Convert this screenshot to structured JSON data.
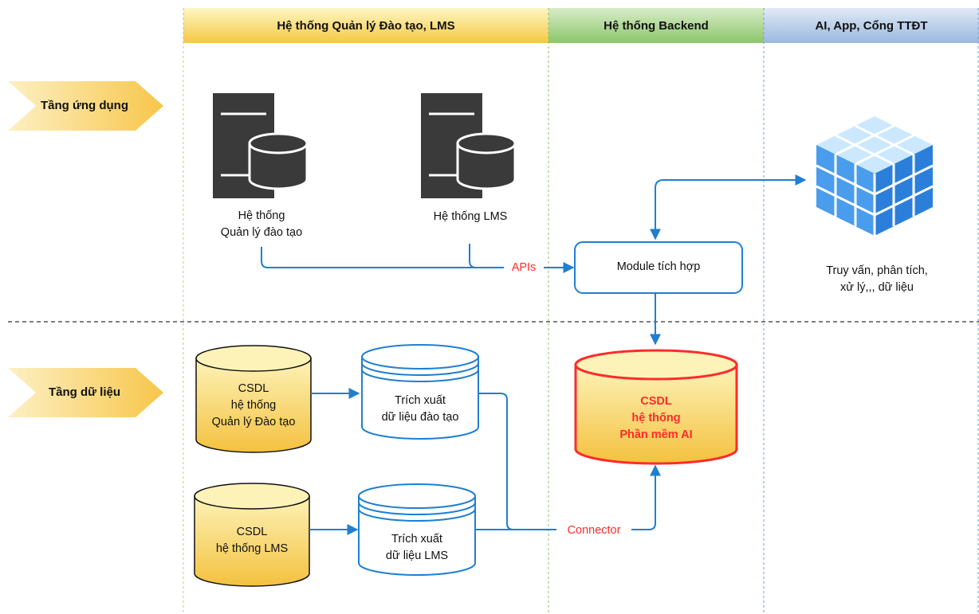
{
  "columns": {
    "lms": "Hệ thống Quản lý  Đào tạo, LMS",
    "backend": "Hệ thống Backend",
    "ai": "AI, App, Cổng TTĐT"
  },
  "layers": {
    "app": "Tầng ứng dụng",
    "data": "Tầng dữ liệu"
  },
  "servers": {
    "training_line1": "Hệ thống",
    "training_line2": "Quản lý đào tạo",
    "lms": "Hệ thống LMS"
  },
  "apis_label": "APIs",
  "module_label": "Module tích hợp",
  "query_line1": "Truy vấn, phân tích,",
  "query_line2": "xử lý,,, dữ liệu",
  "db_training": {
    "line1": "CSDL",
    "line2": "hệ  thống",
    "line3": "Quản lý Đào tạo"
  },
  "db_lms": {
    "line1": "CSDL",
    "line2": "hệ thống LMS"
  },
  "extract_training": {
    "line1": "Trích xuất",
    "line2": "dữ liệu đào tạo"
  },
  "extract_lms": {
    "line1": "Trích xuất",
    "line2": "dữ liệu LMS"
  },
  "connector_label": "Connector",
  "db_ai": {
    "line1": "CSDL",
    "line2": "hệ  thống",
    "line3": "Phần mềm AI"
  },
  "colors": {
    "accent_blue": "#1f7fd0",
    "red": "#ff2b2b",
    "yellow": "#f5c842",
    "server_gray": "#3a3a3a"
  }
}
